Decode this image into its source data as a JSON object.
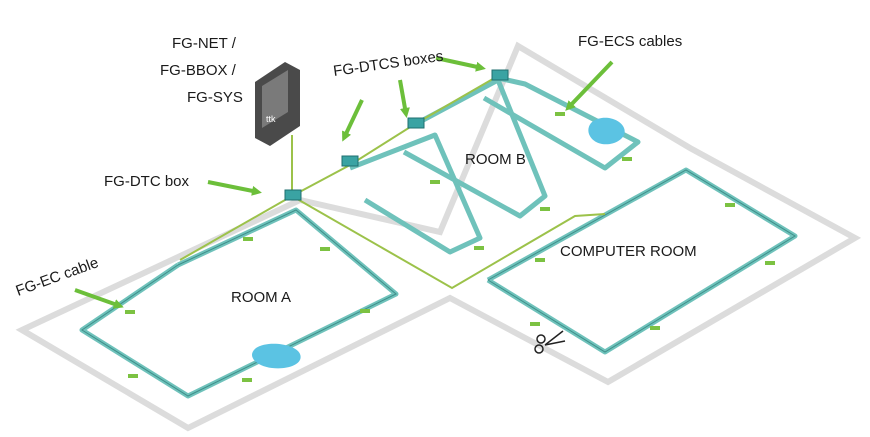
{
  "labels": {
    "fg_net": "FG-NET /",
    "fg_bbox": "FG-BBOX /",
    "fg_sys": "FG-SYS",
    "fg_dtcs": "FG-DTCS boxes",
    "fg_ecs": "FG-ECS cables",
    "fg_dtc": "FG-DTC box",
    "fg_ec": "FG-EC cable",
    "room_a": "ROOM A",
    "room_b": "ROOM B",
    "computer_room": "COMPUTER ROOM",
    "panel_logo": "ttk"
  },
  "colors": {
    "floor_outline": "#dcdcdc",
    "cable": "#6fc2bb",
    "cable_core": "#3e8f8a",
    "feed_line": "#9cc24a",
    "box": "#3aa3a3",
    "panel": "#4a4a4a",
    "arrow": "#6cbf3a",
    "leak": "#5bc3e3",
    "sensor": "#7cc242"
  },
  "icons": [
    "scissors-icon",
    "arrow-icon",
    "water-leak-icon",
    "panel-icon",
    "box-icon",
    "sensor-icon"
  ]
}
